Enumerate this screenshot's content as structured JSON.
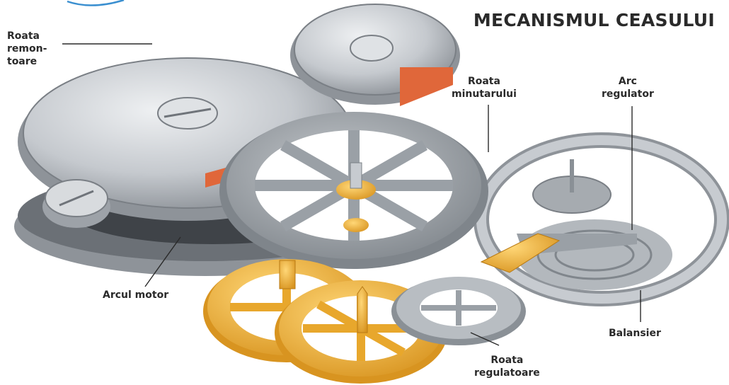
{
  "title": "MECANISMUL CEASULUI",
  "labels": {
    "roata_remontoare": [
      "Roata",
      "remon-",
      "toare"
    ],
    "roata_minutarului": [
      "Roata",
      "minutarului"
    ],
    "arc_regulator": [
      "Arc",
      "regulator"
    ],
    "arcul_motor": "Arcul motor",
    "balansier": "Balansier",
    "roata_regulatoare": [
      "Roata",
      "regulatoare"
    ]
  },
  "colors": {
    "silver": "#c9ccd0",
    "steel": "#9ea3a9",
    "copper": "#e0673a",
    "brass": "#f2b63a",
    "ink": "#2a2a2a",
    "arc_blue": "#3a8fd0"
  }
}
